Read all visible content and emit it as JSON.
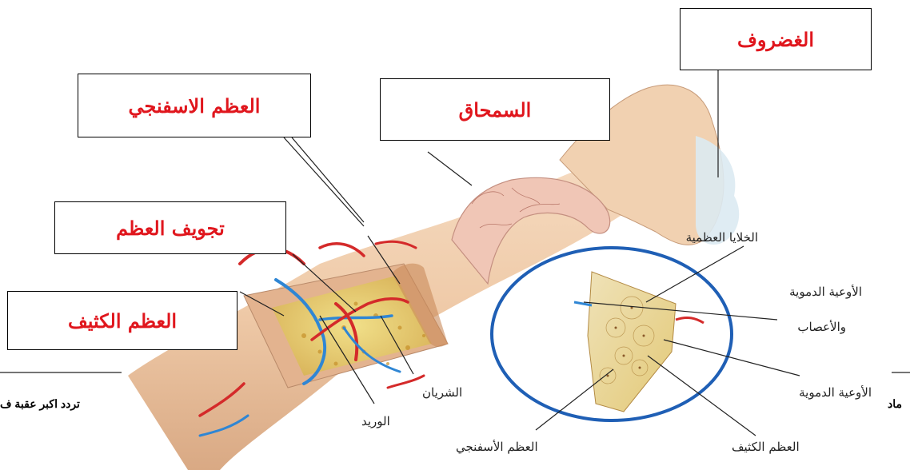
{
  "diagram": {
    "boxes": {
      "cartilage": "الغضروف",
      "periosteum": "السمحاق",
      "spongy_bone": "العظم الاسفنجي",
      "marrow_cavity": "تجويف العظم",
      "compact_bone": "العظم الكثيف"
    },
    "labels": {
      "osteocytes": "الخلايا العظمية",
      "vessels_nerves_1": "الأوعية الدموية",
      "vessels_nerves_2": "والأعصاب",
      "blood_vessels": "الأوعية الدموية",
      "artery": "الشريان",
      "vein": "الوريد",
      "spongy": "العظم الأسفنجي",
      "compact": "العظم الكثيف"
    },
    "footer": {
      "left_text": "تردد اكبر عقبة ف",
      "right_text": "ماد"
    },
    "colors": {
      "box_text": "#e0161d",
      "circle": "#1f5fb5",
      "bone": "#f2d2b3",
      "artery": "#d42a2a",
      "vein": "#2f86d4",
      "cartilage": "#dceaf2"
    }
  }
}
